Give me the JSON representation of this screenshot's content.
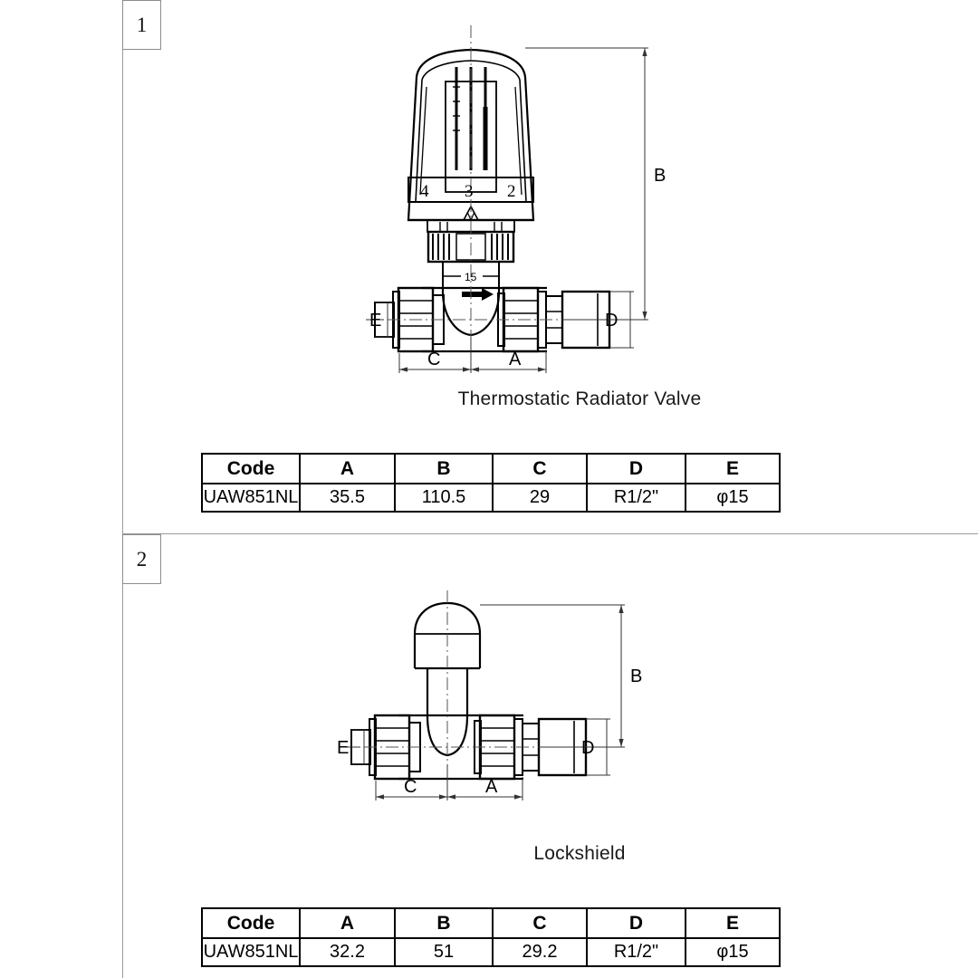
{
  "sheet": {
    "background": "#ffffff",
    "line_color": "#9a9a9a",
    "ink": "#000000"
  },
  "sections": [
    {
      "index_label": "1",
      "caption": "Thermostatic Radiator Valve",
      "drawing": {
        "dial_numbers": [
          "4",
          "3",
          "2"
        ],
        "body_marking": "15",
        "dimension_labels": [
          "B",
          "E",
          "D",
          "C",
          "A"
        ],
        "flow_arrow": "right-arrow-icon"
      },
      "table": {
        "headers": [
          "Code",
          "A",
          "B",
          "C",
          "D",
          "E"
        ],
        "rows": [
          [
            "UAW851NL",
            "35.5",
            "110.5",
            "29",
            "R1/2\"",
            "φ15"
          ]
        ]
      }
    },
    {
      "index_label": "2",
      "caption": "Lockshield",
      "drawing": {
        "dimension_labels": [
          "B",
          "E",
          "D",
          "C",
          "A"
        ]
      },
      "table": {
        "headers": [
          "Code",
          "A",
          "B",
          "C",
          "D",
          "E"
        ],
        "rows": [
          [
            "UAW851NL",
            "32.2",
            "51",
            "29.2",
            "R1/2\"",
            "φ15"
          ]
        ]
      }
    }
  ]
}
